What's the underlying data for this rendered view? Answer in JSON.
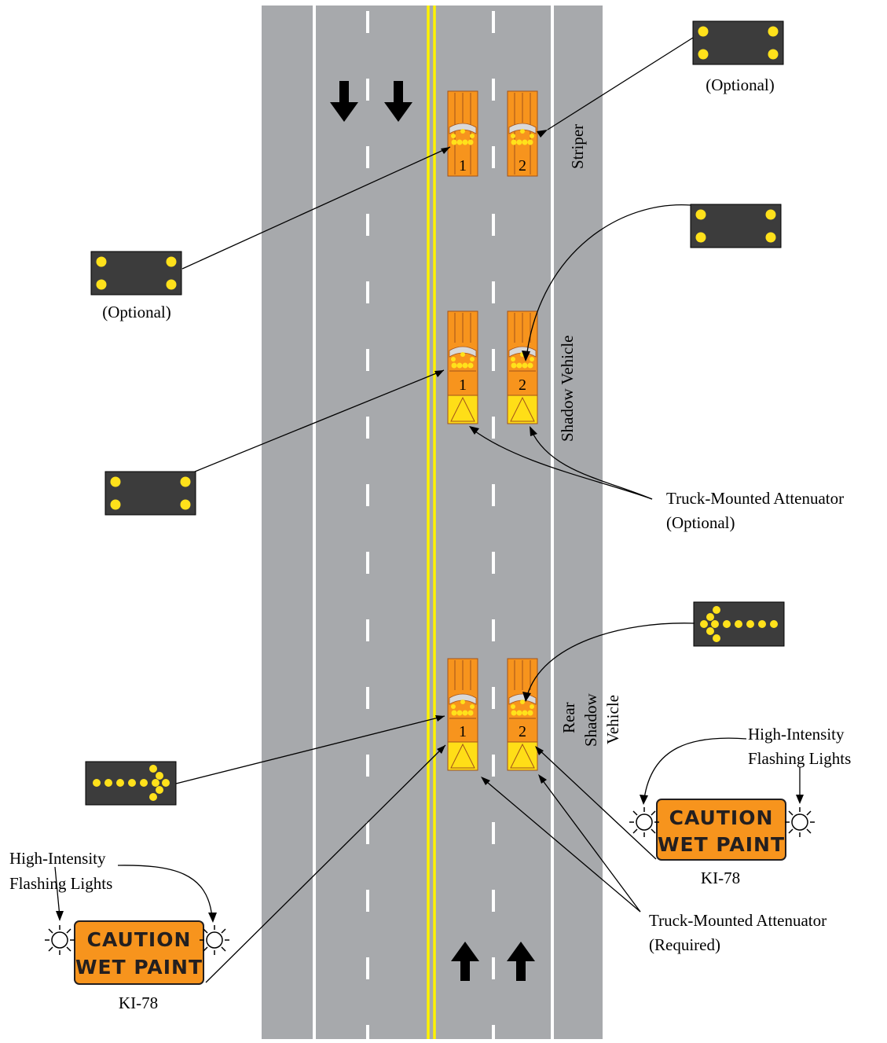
{
  "labels": {
    "optional": "(Optional)",
    "striper": "Striper",
    "shadow_vehicle": "Shadow Vehicle",
    "rear": "Rear",
    "shadow": "Shadow",
    "vehicle": "Vehicle",
    "tma": "Truck-Mounted Attenuator",
    "tma_optional": "(Optional)",
    "tma_required": "(Required)",
    "high_intensity": "High-Intensity",
    "flashing_lights": "Flashing Lights",
    "sign_line1": "CAUTION",
    "sign_line2": "WET PAINT",
    "sign_code": "KI-78",
    "vehicle_1": "1",
    "vehicle_2": "2"
  },
  "colors": {
    "road": "#a7a9ac",
    "lane_line": "#ffffff",
    "centerline": "#fff200",
    "truck": "#f7941d",
    "attenuator": "#ffde17",
    "sign_orange": "#f7941d",
    "arrow_board": "#3c3c3c",
    "lamp": "#ffe11b"
  },
  "icons": [
    "arrow-down-icon",
    "arrow-up-icon",
    "flashing-light-icon",
    "arrow-board-caution-icon",
    "arrow-board-arrow-icon"
  ]
}
